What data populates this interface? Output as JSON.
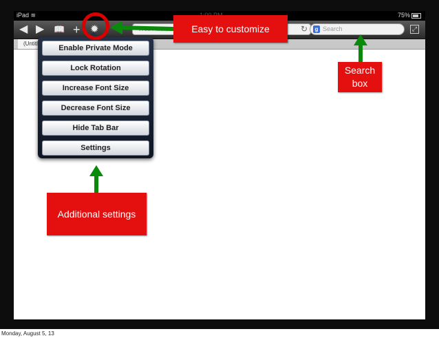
{
  "status": {
    "device": "iPad",
    "time": "1:00 PM",
    "battery": "75%"
  },
  "toolbar": {
    "back_icon": "back-arrow-icon",
    "forward_icon": "forward-arrow-icon",
    "bookmarks_icon": "bookmarks-icon",
    "add_icon": "plus-icon",
    "settings_icon": "gear-icon",
    "address_placeholder": "Web Address",
    "search_placeholder": "Search"
  },
  "tab": {
    "label": "(Untitled)"
  },
  "menu": {
    "items": [
      "Enable Private Mode",
      "Lock Rotation",
      "Increase Font Size",
      "Decrease Font Size",
      "Hide Tab Bar",
      "Settings"
    ]
  },
  "annotations": {
    "customize": "Easy to customize",
    "search_line1": "Search",
    "search_line2": "box",
    "additional": "Additional settings",
    "arrow_color": "#0a8a0a",
    "callout_color": "#e41010"
  },
  "footer": {
    "date": "Monday, August 5, 13"
  }
}
